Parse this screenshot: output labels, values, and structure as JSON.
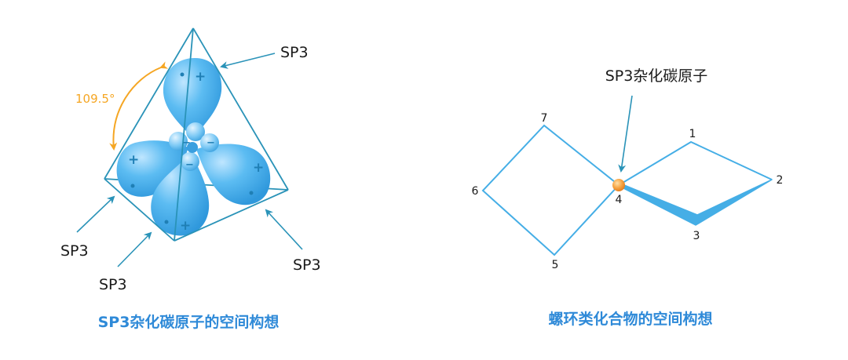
{
  "left_panel": {
    "labels": {
      "top": "SP3",
      "bottom_left": "SP3",
      "bottom_middle": "SP3",
      "bottom_right": "SP3",
      "angle": "109.5°"
    },
    "signs": {
      "plus": "+",
      "minus": "−"
    },
    "caption": "SP3杂化碳原子的空间构想"
  },
  "right_panel": {
    "callout": "SP3杂化碳原子",
    "atoms": [
      "1",
      "2",
      "3",
      "4",
      "5",
      "6",
      "7"
    ],
    "caption": "螺环类化合物的空间构想"
  },
  "colors": {
    "line": "#2a93b8",
    "ring": "#45aee6",
    "lobe": "#4fb3ee",
    "angle": "#f5a623",
    "caption": "#2f8ad8",
    "atom": "#f08a24"
  }
}
